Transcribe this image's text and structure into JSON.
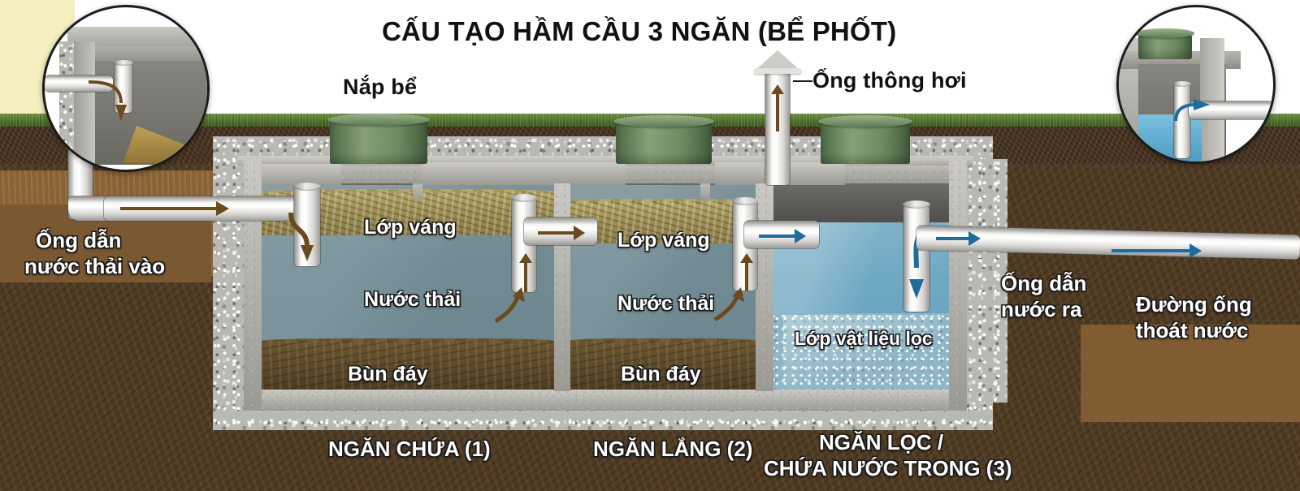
{
  "diagram": {
    "title": "CẤU TẠO HẦM CẦU 3 NGĂN (BỂ PHỐT)",
    "language": "vi",
    "type": "cross-section-illustration",
    "subject": "3-chamber septic tank (bể phốt)"
  },
  "callouts": {
    "lid": "Nắp bể",
    "vent": "Ống thông hơi",
    "inlet_line1": "Ống dẫn",
    "inlet_line2": "nước thải vào",
    "outlet_line1": "Ống dẫn",
    "outlet_line2": "nước ra",
    "drain_line1": "Đường ống",
    "drain_line2": "thoát nước"
  },
  "chambers": [
    {
      "id": "chamber-1",
      "caption": "NGĂN CHỨA (1)",
      "caption_line2": "",
      "layers": [
        {
          "name": "scum",
          "label": "Lớp váng",
          "color": "#9b8d52"
        },
        {
          "name": "water",
          "label": "Nước thải",
          "color": "#708a93"
        },
        {
          "name": "sludge",
          "label": "Bùn đáy",
          "color": "#5b4828"
        }
      ]
    },
    {
      "id": "chamber-2",
      "caption": "NGĂN LẮNG (2)",
      "caption_line2": "",
      "layers": [
        {
          "name": "scum",
          "label": "Lớp váng",
          "color": "#9b8d52"
        },
        {
          "name": "water",
          "label": "Nước thải",
          "color": "#708a93"
        },
        {
          "name": "sludge",
          "label": "Bùn đáy",
          "color": "#5b4828"
        }
      ]
    },
    {
      "id": "chamber-3",
      "caption": "NGĂN LỌC /",
      "caption_line2": "CHỨA NƯỚC TRONG (3)",
      "layers": [
        {
          "name": "clear-water",
          "label": "",
          "color": "#6fa8c3"
        },
        {
          "name": "filter-media",
          "label": "Lớp vật liệu lọc",
          "color": "#8fb6c6"
        }
      ]
    }
  ],
  "strata": [
    {
      "name": "grass",
      "label": "",
      "color": "#4e7028"
    },
    {
      "name": "topsoil",
      "label": "",
      "color": "#4a3523"
    },
    {
      "name": "subsoil",
      "label": "",
      "color": "#4f3a22"
    },
    {
      "name": "gravel",
      "label": "",
      "color": "#b9b9b4"
    }
  ],
  "flow": {
    "inlet_arrow_color": "#6b4a1e",
    "outlet_arrow_color": "#1d6c9c",
    "direction_note": ""
  },
  "insets": [
    {
      "id": "inset-inlet",
      "title": "",
      "detail": "inlet tee pipe detail"
    },
    {
      "id": "inset-outlet",
      "title": "",
      "detail": "outlet tee pipe detail"
    }
  ],
  "colors": {
    "scum": "#9b8d52",
    "wastewater": "#708a93",
    "sludge": "#5b4828",
    "clear_water": "#6fa8c3",
    "filter_media": "#8fb6c6",
    "concrete": "#b0aea7",
    "riser_lid": "#5c7a53",
    "pipe": "#ffffff",
    "brown_arrow": "#6b4a1e",
    "blue_arrow": "#1d6c9c"
  }
}
